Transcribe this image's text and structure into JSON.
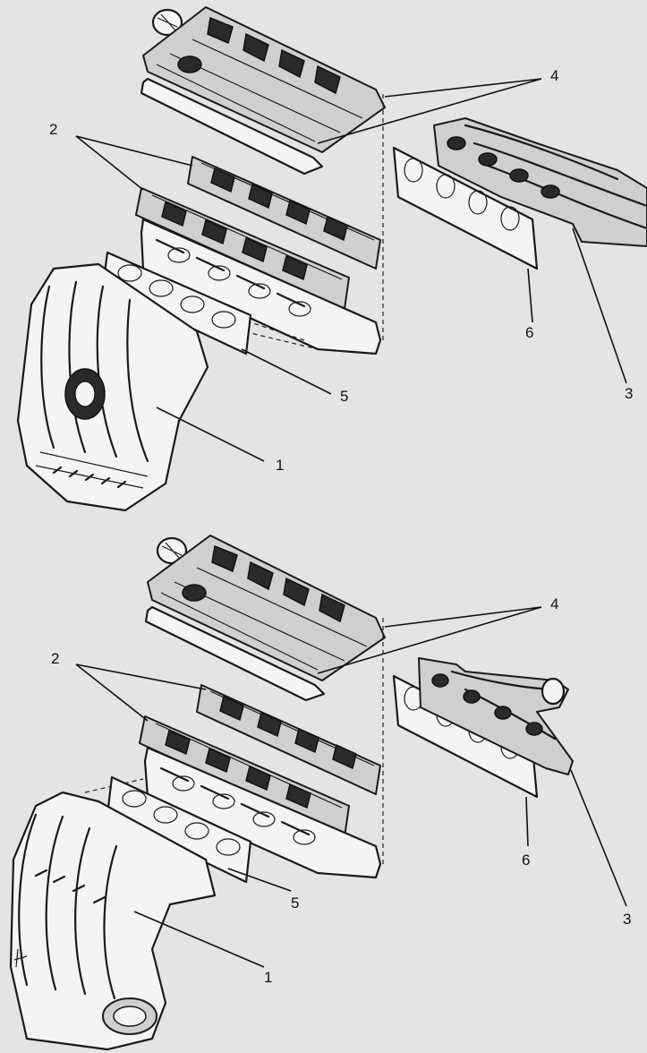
{
  "diagram": {
    "top": {
      "callouts": [
        {
          "id": "1",
          "label": "1"
        },
        {
          "id": "2",
          "label": "2"
        },
        {
          "id": "3",
          "label": "3"
        },
        {
          "id": "4",
          "label": "4"
        },
        {
          "id": "5",
          "label": "5"
        },
        {
          "id": "6",
          "label": "6"
        }
      ]
    },
    "bottom": {
      "callouts": [
        {
          "id": "1",
          "label": "1"
        },
        {
          "id": "2",
          "label": "2"
        },
        {
          "id": "3",
          "label": "3"
        },
        {
          "id": "4",
          "label": "4"
        },
        {
          "id": "5",
          "label": "5"
        },
        {
          "id": "6",
          "label": "6"
        }
      ]
    }
  }
}
